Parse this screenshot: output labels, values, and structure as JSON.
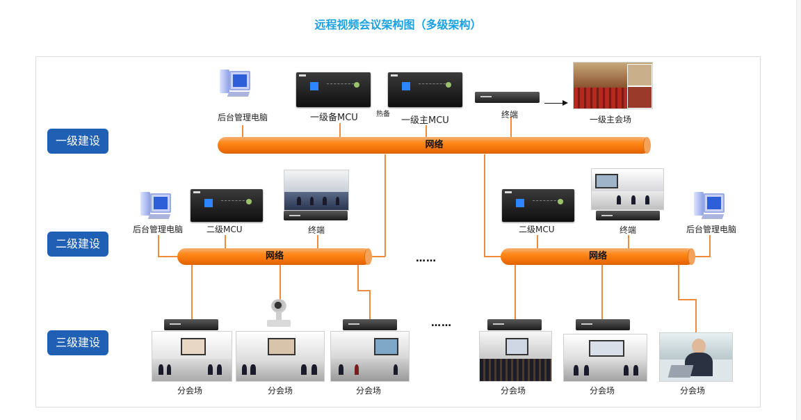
{
  "title": "远程视频会议架构图（多级架构）",
  "levels": {
    "l1": "一级建设",
    "l2": "二级建设",
    "l3": "三级建设"
  },
  "network_label": "网络",
  "hot_standby": "热备",
  "level1": {
    "pc": "后台管理电脑",
    "backup_mcu": "一级备MCU",
    "main_mcu": "一级主MCU",
    "terminal": "终端",
    "main_venue": "一级主会场"
  },
  "level2_left": {
    "pc": "后台管理电脑",
    "mcu": "二级MCU",
    "terminal": "终端"
  },
  "level2_right": {
    "mcu": "二级MCU",
    "terminal": "终端",
    "pc": "后台管理电脑"
  },
  "ellipsis": "……",
  "branch_label": "分会场",
  "branches": [
    "分会场",
    "分会场",
    "分会场",
    "分会场",
    "分会场",
    "分会场"
  ],
  "colors": {
    "title": "#1ba1e2",
    "level_bg": "#1f5fb4",
    "network": "#ff8a1a",
    "line": "#f08a3c"
  }
}
